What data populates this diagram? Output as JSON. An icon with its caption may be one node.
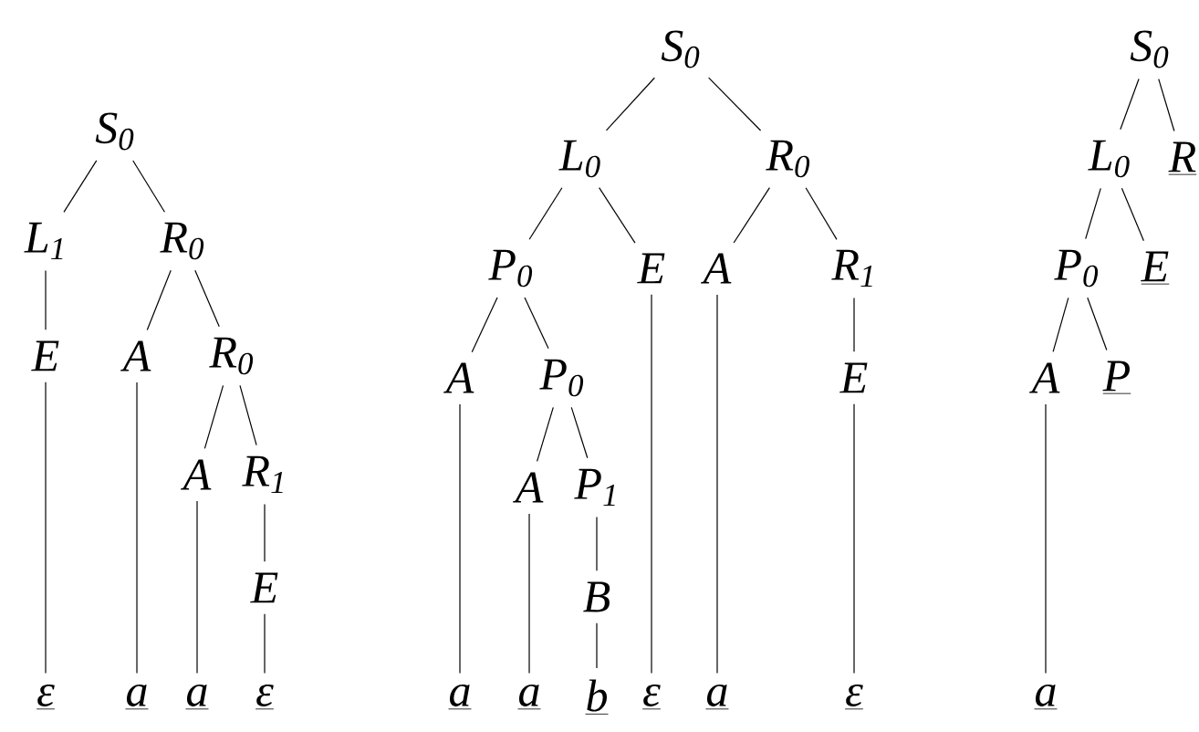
{
  "diagram": {
    "nodes": [
      {
        "text": [
          "S$_{0}$"
        ]
      },
      {
        "text": [
          "L$_{1}$"
        ]
      },
      {
        "text": [
          "R$_{0}$"
        ]
      },
      {
        "text": [
          "E"
        ]
      },
      {
        "text": [
          "A"
        ]
      },
      {
        "text": [
          "R$_{0}$"
        ]
      },
      {
        "text": [
          "A"
        ]
      },
      {
        "text": [
          "R$_{1}$"
        ]
      },
      {
        "text": [
          "E"
        ]
      },
      {
        "text": [
          "ε"
        ]
      },
      {
        "text": [
          "a"
        ]
      },
      {
        "text": [
          "a"
        ]
      },
      {
        "text": [
          "ε"
        ]
      },
      {
        "text": [
          "S$_{0}$"
        ]
      },
      {
        "text": [
          "L$_{0}$"
        ]
      },
      {
        "text": [
          "R$_{0}$"
        ]
      },
      {
        "text": [
          "P$_{0}$"
        ]
      },
      {
        "text": [
          "E"
        ]
      },
      {
        "text": [
          "A"
        ]
      },
      {
        "text": [
          "R$_{1}$"
        ]
      },
      {
        "text": [
          "A"
        ]
      },
      {
        "text": [
          "P$_{0}$"
        ]
      },
      {
        "text": [
          "E"
        ]
      },
      {
        "text": [
          "A"
        ]
      },
      {
        "text": [
          "P$_{1}$"
        ]
      },
      {
        "text": [
          "B"
        ]
      },
      {
        "text": [
          "a"
        ]
      },
      {
        "text": [
          "a"
        ]
      },
      {
        "text": [
          "b"
        ]
      },
      {
        "text": [
          "ε"
        ]
      },
      {
        "text": [
          "a"
        ]
      },
      {
        "text": [
          "ε"
        ]
      },
      {
        "text": [
          "S$_{0}$"
        ]
      },
      {
        "text": [
          "L$_{0}$"
        ]
      },
      {
        "text": [
          "R"
        ]
      },
      {
        "text": [
          "P$_{0}$"
        ]
      },
      {
        "text": [
          "E"
        ]
      },
      {
        "text": [
          "A"
        ]
      },
      {
        "text": [
          "P"
        ]
      },
      {
        "text": [
          "a"
        ]
      }
    ],
    "edges": [
      {
        "from": 0,
        "to": 1,
        "arrow": "none"
      },
      {
        "from": 0,
        "to": 2,
        "arrow": "none"
      },
      {
        "from": 1,
        "to": 3,
        "arrow": "none"
      },
      {
        "from": 2,
        "to": 4,
        "arrow": "none"
      },
      {
        "from": 2,
        "to": 5,
        "arrow": "none"
      },
      {
        "from": 5,
        "to": 6,
        "arrow": "none"
      },
      {
        "from": 5,
        "to": 7,
        "arrow": "none"
      },
      {
        "from": 7,
        "to": 8,
        "arrow": "none"
      },
      {
        "from": 3,
        "to": 9,
        "arrow": "none"
      },
      {
        "from": 4,
        "to": 10,
        "arrow": "none"
      },
      {
        "from": 6,
        "to": 11,
        "arrow": "none"
      },
      {
        "from": 8,
        "to": 12,
        "arrow": "none"
      },
      {
        "from": 13,
        "to": 14,
        "arrow": "none"
      },
      {
        "from": 13,
        "to": 15,
        "arrow": "none"
      },
      {
        "from": 14,
        "to": 16,
        "arrow": "none"
      },
      {
        "from": 14,
        "to": 17,
        "arrow": "none"
      },
      {
        "from": 15,
        "to": 18,
        "arrow": "none"
      },
      {
        "from": 15,
        "to": 19,
        "arrow": "none"
      },
      {
        "from": 16,
        "to": 20,
        "arrow": "none"
      },
      {
        "from": 16,
        "to": 21,
        "arrow": "none"
      },
      {
        "from": 19,
        "to": 22,
        "arrow": "none"
      },
      {
        "from": 21,
        "to": 23,
        "arrow": "none"
      },
      {
        "from": 21,
        "to": 24,
        "arrow": "none"
      },
      {
        "from": 24,
        "to": 25,
        "arrow": "none"
      },
      {
        "from": 20,
        "to": 26,
        "arrow": "none"
      },
      {
        "from": 23,
        "to": 27,
        "arrow": "none"
      },
      {
        "from": 25,
        "to": 28,
        "arrow": "none"
      },
      {
        "from": 17,
        "to": 29,
        "arrow": "none"
      },
      {
        "from": 18,
        "to": 30,
        "arrow": "none"
      },
      {
        "from": 22,
        "to": 31,
        "arrow": "none"
      },
      {
        "from": 32,
        "to": 33,
        "arrow": "none"
      },
      {
        "from": 32,
        "to": 34,
        "arrow": "none"
      },
      {
        "from": 33,
        "to": 35,
        "arrow": "none"
      },
      {
        "from": 33,
        "to": 36,
        "arrow": "none"
      },
      {
        "from": 35,
        "to": 37,
        "arrow": "none"
      },
      {
        "from": 35,
        "to": 38,
        "arrow": "none"
      },
      {
        "from": 37,
        "to": 39,
        "arrow": "none"
      }
    ]
  }
}
